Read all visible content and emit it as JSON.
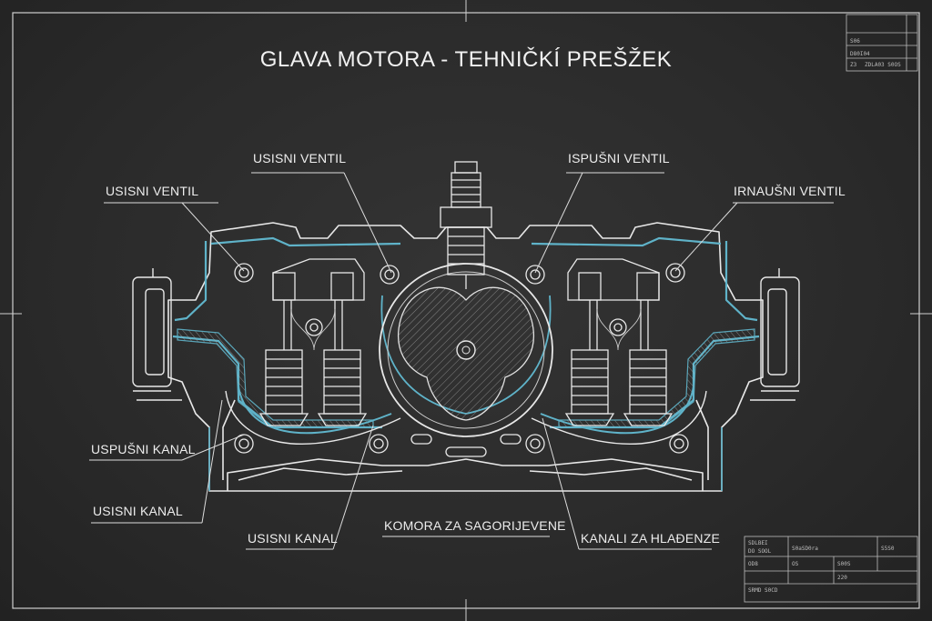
{
  "title": "GLAVA MOTORA - TEHNIČKÍ PREŠŽEK",
  "labels": {
    "intake_valve_top": "USISNI VENTIL",
    "intake_valve_left": "USISNI VENTIL",
    "exhaust_valve_top": "ISPUŠNI VENTIL",
    "exhaust_valve_right": "IRNAUŠNI VENTIL",
    "exhaust_port": "USPUŠNI KANAL",
    "intake_port_left": "USISNI KANAL",
    "intake_port_bottom": "USISNI KANAL",
    "combustion_chamber": "KOMORA ZA SAGORIJEVENE",
    "cooling_channels": "KANALI ZA HLAĐENZE"
  },
  "title_block_top": [
    "S06",
    "D80I04",
    "Z3",
    "ZDLA03 S0OS"
  ],
  "title_block_bottom": [
    "SDLBEI",
    "DO SOOL",
    "S0aSD0ra",
    "S5S0",
    "OD8",
    "OS",
    "S00S",
    "220",
    "SRMD S0CD"
  ],
  "colors": {
    "background": "#2b2b2b",
    "line": "#e6e6e6",
    "accent": "#5fb3c9"
  }
}
